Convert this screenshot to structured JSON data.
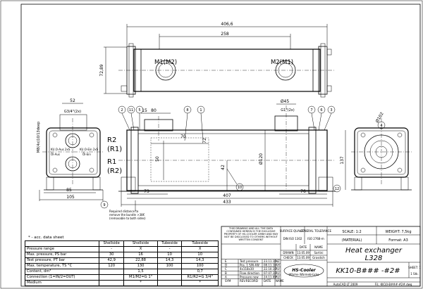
{
  "dims": {
    "top_overall": "406,6",
    "top_inner": "258",
    "height_left": "72,89",
    "left_d52": "52",
    "left_g34": "G3/4\"(2x)",
    "left_m8": "M8(4x)10/13deep",
    "left_85": "85",
    "left_105": "105",
    "front_15": "15",
    "front_80": "80",
    "front_70": "70",
    "front_50": "50",
    "front_72": "72",
    "front_42": "42",
    "front_73": "73",
    "front_407": "407",
    "front_433": "433",
    "front_45": "Ø45",
    "front_g1": "G1\"(2x)",
    "front_d120": "Ø120",
    "front_76": "76",
    "right_137": "137",
    "right_d102": "Ø102"
  },
  "ports": {
    "m1": "M1(M2)",
    "m2": "M2(M1)",
    "r2": "R2",
    "r1p": "(R1)",
    "r1": "R1",
    "r2p": "(R2)"
  },
  "balloons": [
    "2",
    "11",
    "5",
    "8",
    "1",
    "7",
    "6",
    "3",
    "4",
    "10",
    "12",
    "9"
  ],
  "end_labels": {
    "kc_out": "KU.O-Aus 2xS",
    "kc_in": "KU.O-Ein 2xS",
    "oel_out": "Öl-Aus",
    "oel_in": "Öl-Ein"
  },
  "note_bundle": "Required distance to\nremove the bundle >38€\n(removable to both sides)",
  "footnote": "* - acc. data sheet",
  "datasheet": {
    "headers": [
      "",
      "Shellside",
      "Shellside",
      "Tubeside",
      "Tubeside"
    ],
    "rows": [
      [
        "Pressure range",
        "-",
        "X",
        "-",
        "X"
      ],
      [
        "Max. pressure, PS bar",
        "30",
        "16",
        "10",
        "10"
      ],
      [
        "Test pressure, PT bar",
        "42,9",
        "22,88",
        "14,3",
        "14,3"
      ],
      [
        "Max. temperature, TS °C",
        "120",
        "130",
        "100",
        "100"
      ],
      [
        "Content, dm³",
        "",
        "1,5",
        "",
        "0,7"
      ],
      [
        "Connection (1=IN/2=OUT)",
        "",
        "M1/M2=G 1\"",
        "",
        "R1/R2=G 3/4\""
      ],
      [
        "Medium",
        "",
        "*",
        "",
        "*"
      ]
    ]
  },
  "title_block": {
    "copyright": "THIS DRAWING AND ALL THE DATA CONTAINED HEREIN IS THE EXCLUSIVE PROPERTY OF HS-COOLER GMBH AND MAY NOT BE DISCLOSED TO OTHERS WITHOUT WRITTEN CONSENT",
    "surface_quality": "SURFACE QUALITY",
    "surface_std": "DIN ISO 1302",
    "general_tol": "GENERAL TOLERANCE",
    "tol_std": "ISO 2768-m",
    "scale": "SCALE: 1:2",
    "weight": "WEIGHT: 7,5kg",
    "material": "(MATERIAL)",
    "format": "Format: A3",
    "title1": "Heat exchanger",
    "title2": "L328",
    "drawing_no": "KK10-B### -#2#",
    "sheet": "SHEET: 1",
    "sheet_of": "1 Stk.",
    "date_lbl": "DATE",
    "name_lbl": "NAME",
    "drawn": "DRAWN",
    "check": "CHECK",
    "drawn_date": "13.05.09",
    "check_date": "13.05.09",
    "drawn_name": "Sartini",
    "check_name": "Grasdich",
    "logo": "HS-Cooler",
    "logo_sub": "Wärme Wärmebrücke",
    "software": "AutoCAD LT 2009",
    "file": "Fil.: KK10-B###-#2#.dwg",
    "rev_rows": [
      [
        "E",
        "Test pressure",
        "23.11.16",
        "NZ"
      ],
      [
        "D",
        "Pos. 1 S/N 4W",
        "08.11.16",
        "AH"
      ],
      [
        "C",
        "4x118x30",
        "22.10.10",
        "RU"
      ],
      [
        "B",
        "Flow direction",
        "07.07.10",
        "RU"
      ],
      [
        "A",
        "Pressure new",
        "24.11.09",
        "RU"
      ]
    ],
    "rev_footer": [
      "SYM",
      "REV.RECORD",
      "DATE",
      "NAME"
    ]
  }
}
